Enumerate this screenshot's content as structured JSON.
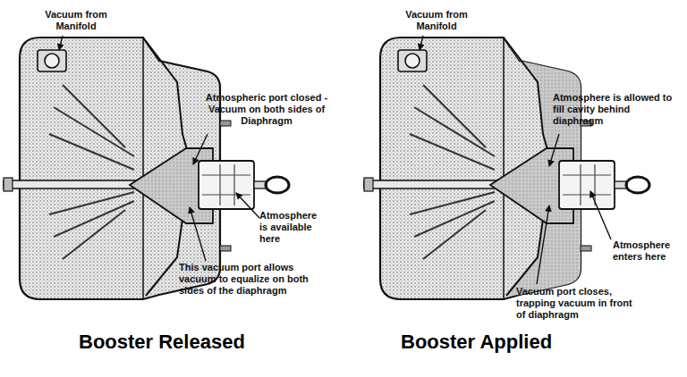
{
  "diagram": {
    "labels": [
      "Vacuum from Manifold",
      "Atmospheric port closed - Vacuum on both sides of Diaphragm",
      "Atmosphere is available here",
      "This vacuum port allows vacuum to equalize on both sides of the diaphragm",
      "Booster Released",
      "Vacuum from Manifold",
      "Atmosphere is allowed to fill cavity behind diaphragm",
      "Atmosphere enters here",
      "Vacuum port closes, trapping vacuum in front of diaphragm",
      "Booster Applied"
    ]
  }
}
